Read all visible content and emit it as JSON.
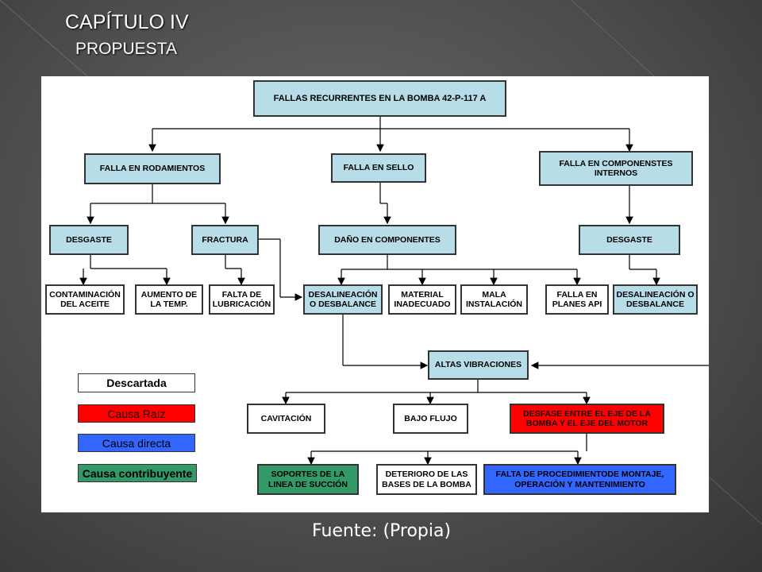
{
  "slide": {
    "title": "CAPÍTULO IV",
    "subtitle": "PROPUESTA",
    "source": "Fuente: (Propia)"
  },
  "diagram": {
    "root": "FALLAS RECURRENTES EN  LA BOMBA 42-P-117 A",
    "branches": {
      "rodamientos": "FALLA EN RODAMIENTOS",
      "sello": "FALLA EN SELLO",
      "internos": "FALLA EN COMPONENSTES INTERNOS"
    },
    "level2": {
      "desgaste_left": "DESGASTE",
      "fractura": "FRACTURA",
      "dano": "DAÑO EN COMPONENTES",
      "desgaste_right": "DESGASTE"
    },
    "level3": {
      "contaminacion": "CONTAMINACIÓN DEL ACEITE",
      "aumento": "AUMENTO DE LA TEMP.",
      "falta_lub": "FALTA DE LUBRICACIÓN",
      "desalineacion_1": "DESALINEACIÓN O DESBALANCE",
      "material": "MATERIAL INADECUADO",
      "mala": "MALA INSTALACIÓN",
      "planes": "FALLA EN PLANES API",
      "desalineacion_2": "DESALINEACIÓN O DESBALANCE"
    },
    "vibraciones": "ALTAS VIBRACIONES",
    "level5": {
      "cavitacion": "CAVITACIÓN",
      "bajo_flujo": "BAJO FLUJO",
      "desfase": "DESFASE ENTRE EL EJE DE LA BOMBA Y EL EJE DEL MOTOR"
    },
    "level6": {
      "soportes": "SOPORTES DE LA LINEA DE SUCCIÓN",
      "deterioro": "DETERIORO DE LAS BASES DE LA BOMBA",
      "procedimiento": "FALTA DE PROCEDIMIENTODE MONTAJE, OPERACIÓN Y MANTENIMIENTO"
    },
    "legend": {
      "descartada": "Descartada",
      "causa_raiz": "Causa Raíz",
      "causa_directa": "Causa directa",
      "causa_contribuyente": "Causa contribuyente"
    }
  },
  "colors": {
    "teal": "#b7dde8",
    "red": "#ff0000",
    "blue": "#3366ff",
    "green": "#339966"
  }
}
